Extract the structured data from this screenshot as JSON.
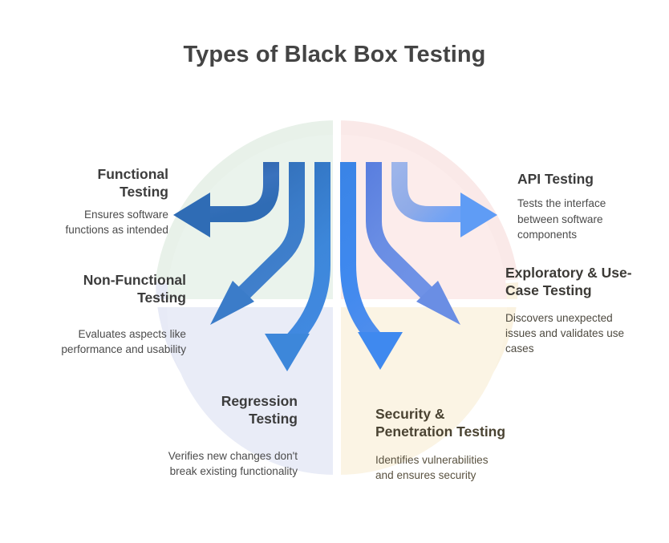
{
  "page": {
    "title": "Types of Black Box Testing",
    "background_color": "#ffffff",
    "title_color": "#444444"
  },
  "palette": {
    "quadrant_green": "#eaf3ec",
    "quadrant_pink": "#fceceb",
    "quadrant_lavender": "#e9ecf7",
    "quadrant_cream": "#fbf4e4",
    "arc_green": "#e8f1e9",
    "arc_pink": "#fae9e8",
    "arc_lavender": "#e7eaf6",
    "arc_cream": "#faf2e0",
    "ribbon_1": "#2f6cb5",
    "ribbon_2": "#3b7cc9",
    "ribbon_3": "#3d87da",
    "ribbon_4": "#3f89ef",
    "ribbon_5": "#6a8ee4",
    "ribbon_6": "#8fabe8",
    "heading_text": "#3c3c3c",
    "body_text": "#4b4b4b",
    "olive_text": "#4a4332"
  },
  "nodes": [
    {
      "id": "functional-testing",
      "heading": "Functional\nTesting",
      "heading_line1": "Functional",
      "heading_line2": "Testing",
      "description": "Ensures software functions as intended",
      "desc_line1": "Ensures software",
      "desc_line2": "functions as intended",
      "align": "right",
      "arrow_direction": "left",
      "quadrant_color": "#eaf3ec",
      "ribbon_color": "#2f6cb5"
    },
    {
      "id": "non-functional-testing",
      "heading": "Non-Functional\nTesting",
      "heading_line1": "Non-Functional",
      "heading_line2": "Testing",
      "description": "Evaluates aspects like performance and usability",
      "desc_line1": "Evaluates aspects like",
      "desc_line2": "performance and usability",
      "align": "right",
      "arrow_direction": "down-left",
      "quadrant_color": "#eaf3ec",
      "ribbon_color": "#3b7cc9"
    },
    {
      "id": "regression-testing",
      "heading": "Regression\nTesting",
      "heading_line1": "Regression",
      "heading_line2": "Testing",
      "description": "Verifies new changes don't break existing functionality",
      "desc_line1": "Verifies new changes don't",
      "desc_line2": "break existing functionality",
      "align": "right",
      "arrow_direction": "down",
      "quadrant_color": "#e9ecf7",
      "ribbon_color": "#3d87da"
    },
    {
      "id": "security-penetration-testing",
      "heading": "Security &\nPenetration Testing",
      "heading_line1": "Security &",
      "heading_line2": "Penetration Testing",
      "description": "Identifies vulnerabilities and ensures security",
      "desc_line1": "Identifies vulnerabilities",
      "desc_line2": "and ensures security",
      "align": "left",
      "arrow_direction": "down",
      "quadrant_color": "#fbf4e4",
      "ribbon_color": "#3f89ef"
    },
    {
      "id": "exploratory-use-case-testing",
      "heading": "Exploratory & Use-Case Testing",
      "heading_line1": "Exploratory & Use-",
      "heading_line2": "Case Testing",
      "description": "Discovers unexpected issues and validates use cases",
      "desc_line1": "Discovers unexpected",
      "desc_line2": "issues and validates use",
      "desc_line3": "cases",
      "align": "left",
      "arrow_direction": "down-right",
      "quadrant_color": "#fceceb",
      "ribbon_color": "#6a8ee4"
    },
    {
      "id": "api-testing",
      "heading": "API Testing",
      "heading_line1": "API Testing",
      "description": "Tests the interface between software components",
      "desc_line1": "Tests the interface",
      "desc_line2": "between software",
      "desc_line3": "components",
      "align": "left",
      "arrow_direction": "right",
      "quadrant_color": "#fceceb",
      "ribbon_color": "#8fabe8"
    }
  ]
}
